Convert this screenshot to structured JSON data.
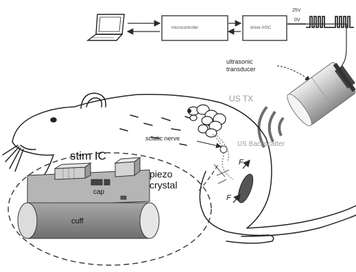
{
  "blocks": {
    "microcontroller": "microcontroller",
    "driver_asic": "driver ASIC"
  },
  "signal": {
    "high_level": "25V",
    "low_level": "0V"
  },
  "labels": {
    "ultrasonic_transducer_line1": "ultrasonic",
    "ultrasonic_transducer_line2": "transducer",
    "us_tx": "US TX",
    "us_backscatter": "US Backscatter",
    "sciatic_nerve": "sciatic nerve",
    "stim_ic": "stim IC",
    "piezo_line1": "piezo",
    "piezo_line2": "crystal",
    "cap": "cap",
    "cuff": "cuff",
    "force_label_1": "F",
    "force_label_2": "F"
  },
  "colors": {
    "line": "#2a2a2a",
    "ink": "#111111",
    "device_body": "#8a8a8a",
    "transducer": "#b9b9b9",
    "muscle": "#555555"
  }
}
